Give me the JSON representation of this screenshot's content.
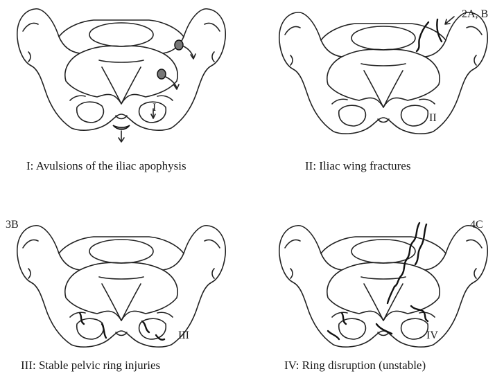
{
  "panels": [
    {
      "roman": "I",
      "tag": "",
      "caption": "I: Avulsions of the iliac apophysis"
    },
    {
      "roman": "II",
      "tag": "2A, B",
      "caption": "II: Iliac wing fractures"
    },
    {
      "roman": "III",
      "tag": "3B",
      "caption": "III: Stable pelvic ring injuries"
    },
    {
      "roman": "IV",
      "tag": "4C",
      "caption": "IV: Ring disruption (unstable)"
    }
  ]
}
